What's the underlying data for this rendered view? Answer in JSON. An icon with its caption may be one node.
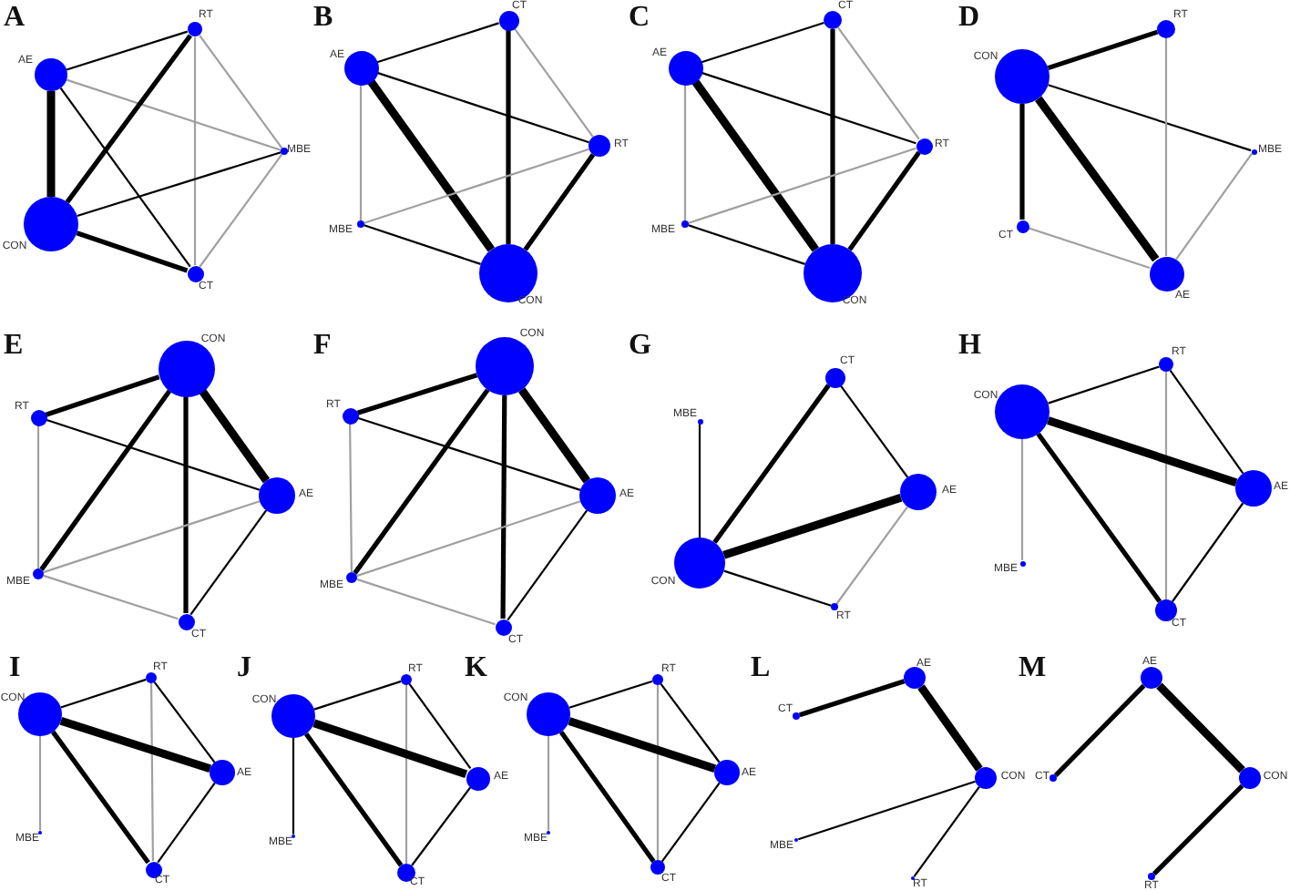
{
  "diagram": {
    "nodes": [
      {
        "text": [
          "RT"
        ]
      },
      {
        "text": [
          "AE"
        ]
      },
      {
        "text": [
          "MBE"
        ]
      },
      {
        "text": [
          "CON"
        ]
      },
      {
        "text": [
          "CT"
        ]
      },
      {
        "text": [
          "CT"
        ]
      },
      {
        "text": [
          "AE"
        ]
      },
      {
        "text": [
          "RT"
        ]
      },
      {
        "text": [
          "MBE"
        ]
      },
      {
        "text": [
          "CON"
        ]
      },
      {
        "text": [
          "CT"
        ]
      },
      {
        "text": [
          "AE"
        ]
      },
      {
        "text": [
          "RT"
        ]
      },
      {
        "text": [
          "MBE"
        ]
      },
      {
        "text": [
          "CON"
        ]
      },
      {
        "text": [
          "RT"
        ]
      },
      {
        "text": [
          "CON"
        ]
      },
      {
        "text": [
          "MBE"
        ]
      },
      {
        "text": [
          "CT"
        ]
      },
      {
        "text": [
          "AE"
        ]
      },
      {
        "text": [
          "CON"
        ]
      },
      {
        "text": [
          "RT"
        ]
      },
      {
        "text": [
          "AE"
        ]
      },
      {
        "text": [
          "MBE"
        ]
      },
      {
        "text": [
          "CT"
        ]
      },
      {
        "text": [
          "CON"
        ]
      },
      {
        "text": [
          "RT"
        ]
      },
      {
        "text": [
          "AE"
        ]
      },
      {
        "text": [
          "MBE"
        ]
      },
      {
        "text": [
          "CT"
        ]
      },
      {
        "text": [
          "CT"
        ]
      },
      {
        "text": [
          "MBE"
        ]
      },
      {
        "text": [
          "AE"
        ]
      },
      {
        "text": [
          "CON"
        ]
      },
      {
        "text": [
          "RT"
        ]
      },
      {
        "text": [
          "RT"
        ]
      },
      {
        "text": [
          "CON"
        ]
      },
      {
        "text": [
          "AE"
        ]
      },
      {
        "text": [
          "MBE"
        ]
      },
      {
        "text": [
          "CT"
        ]
      },
      {
        "text": [
          "RT"
        ]
      },
      {
        "text": [
          "CON"
        ]
      },
      {
        "text": [
          "AE"
        ]
      },
      {
        "text": [
          "MBE"
        ]
      },
      {
        "text": [
          "CT"
        ]
      },
      {
        "text": [
          "RT"
        ]
      },
      {
        "text": [
          "CON"
        ]
      },
      {
        "text": [
          "AE"
        ]
      },
      {
        "text": [
          "MBE"
        ]
      },
      {
        "text": [
          "CT"
        ]
      },
      {
        "text": [
          "RT"
        ]
      },
      {
        "text": [
          "CON"
        ]
      },
      {
        "text": [
          "AE"
        ]
      },
      {
        "text": [
          "MBE"
        ]
      },
      {
        "text": [
          "CT"
        ]
      },
      {
        "text": [
          "AE"
        ]
      },
      {
        "text": [
          "CT"
        ]
      },
      {
        "text": [
          "CON"
        ]
      },
      {
        "text": [
          "MBE"
        ]
      },
      {
        "text": [
          "RT"
        ]
      },
      {
        "text": [
          "AE"
        ]
      },
      {
        "text": [
          "CT"
        ]
      },
      {
        "text": [
          "CON"
        ]
      },
      {
        "text": [
          "RT"
        ]
      }
    ],
    "edges": [
      {
        "from": 1,
        "to": 0,
        "arrow": "none"
      },
      {
        "from": 1,
        "to": 2,
        "arrow": "none",
        "color": "#a0a0a0"
      },
      {
        "from": 1,
        "to": 3,
        "arrow": "none",
        "style": "thick"
      },
      {
        "from": 1,
        "to": 4,
        "arrow": "none"
      },
      {
        "from": 0,
        "to": 3,
        "arrow": "none",
        "style": "thick"
      },
      {
        "from": 0,
        "to": 4,
        "arrow": "none",
        "color": "#a0a0a0"
      },
      {
        "from": 0,
        "to": 2,
        "arrow": "none",
        "color": "#a0a0a0"
      },
      {
        "from": 2,
        "to": 3,
        "arrow": "none"
      },
      {
        "from": 2,
        "to": 4,
        "arrow": "none",
        "color": "#a0a0a0"
      },
      {
        "from": 3,
        "to": 4,
        "arrow": "none",
        "style": "thick"
      },
      {
        "from": 6,
        "to": 5,
        "arrow": "none"
      },
      {
        "from": 6,
        "to": 7,
        "arrow": "none"
      },
      {
        "from": 6,
        "to": 8,
        "arrow": "none",
        "color": "#a0a0a0"
      },
      {
        "from": 6,
        "to": 9,
        "arrow": "none",
        "style": "thick"
      },
      {
        "from": 5,
        "to": 9,
        "arrow": "none",
        "style": "thick"
      },
      {
        "from": 5,
        "to": 7,
        "arrow": "none",
        "color": "#a0a0a0"
      },
      {
        "from": 7,
        "to": 8,
        "arrow": "none",
        "color": "#a0a0a0"
      },
      {
        "from": 7,
        "to": 9,
        "arrow": "none",
        "style": "thick"
      },
      {
        "from": 8,
        "to": 9,
        "arrow": "none"
      },
      {
        "from": 11,
        "to": 10,
        "arrow": "none"
      },
      {
        "from": 11,
        "to": 12,
        "arrow": "none"
      },
      {
        "from": 11,
        "to": 13,
        "arrow": "none",
        "color": "#a0a0a0"
      },
      {
        "from": 11,
        "to": 14,
        "arrow": "none",
        "style": "thick"
      },
      {
        "from": 10,
        "to": 14,
        "arrow": "none",
        "style": "thick"
      },
      {
        "from": 10,
        "to": 12,
        "arrow": "none",
        "color": "#a0a0a0"
      },
      {
        "from": 12,
        "to": 13,
        "arrow": "none",
        "color": "#a0a0a0"
      },
      {
        "from": 12,
        "to": 14,
        "arrow": "none",
        "style": "thick"
      },
      {
        "from": 13,
        "to": 14,
        "arrow": "none"
      },
      {
        "from": 16,
        "to": 15,
        "arrow": "none",
        "style": "thick"
      },
      {
        "from": 16,
        "to": 17,
        "arrow": "none"
      },
      {
        "from": 16,
        "to": 18,
        "arrow": "none",
        "style": "thick"
      },
      {
        "from": 16,
        "to": 19,
        "arrow": "none",
        "style": "thick"
      },
      {
        "from": 15,
        "to": 19,
        "arrow": "none",
        "color": "#a0a0a0"
      },
      {
        "from": 17,
        "to": 19,
        "arrow": "none",
        "color": "#a0a0a0"
      },
      {
        "from": 18,
        "to": 19,
        "arrow": "none",
        "color": "#a0a0a0"
      },
      {
        "from": 20,
        "to": 21,
        "arrow": "none",
        "style": "thick"
      },
      {
        "from": 20,
        "to": 22,
        "arrow": "none",
        "style": "thick"
      },
      {
        "from": 20,
        "to": 23,
        "arrow": "none",
        "style": "thick"
      },
      {
        "from": 20,
        "to": 24,
        "arrow": "none",
        "style": "thick"
      },
      {
        "from": 21,
        "to": 22,
        "arrow": "none"
      },
      {
        "from": 21,
        "to": 23,
        "arrow": "none",
        "color": "#a0a0a0"
      },
      {
        "from": 22,
        "to": 23,
        "arrow": "none",
        "color": "#a0a0a0"
      },
      {
        "from": 22,
        "to": 24,
        "arrow": "none"
      },
      {
        "from": 23,
        "to": 24,
        "arrow": "none",
        "color": "#a0a0a0"
      },
      {
        "from": 25,
        "to": 26,
        "arrow": "none",
        "style": "thick"
      },
      {
        "from": 25,
        "to": 27,
        "arrow": "none",
        "style": "thick"
      },
      {
        "from": 25,
        "to": 28,
        "arrow": "none",
        "style": "thick"
      },
      {
        "from": 25,
        "to": 29,
        "arrow": "none",
        "style": "thick"
      },
      {
        "from": 26,
        "to": 27,
        "arrow": "none"
      },
      {
        "from": 26,
        "to": 28,
        "arrow": "none",
        "color": "#a0a0a0"
      },
      {
        "from": 27,
        "to": 28,
        "arrow": "none",
        "color": "#a0a0a0"
      },
      {
        "from": 27,
        "to": 29,
        "arrow": "none"
      },
      {
        "from": 28,
        "to": 29,
        "arrow": "none",
        "color": "#a0a0a0"
      },
      {
        "from": 30,
        "to": 32,
        "arrow": "none"
      },
      {
        "from": 30,
        "to": 33,
        "arrow": "none",
        "style": "thick"
      },
      {
        "from": 31,
        "to": 33,
        "arrow": "none"
      },
      {
        "from": 32,
        "to": 33,
        "arrow": "none",
        "style": "thick"
      },
      {
        "from": 32,
        "to": 34,
        "arrow": "none",
        "color": "#a0a0a0"
      },
      {
        "from": 33,
        "to": 34,
        "arrow": "none"
      },
      {
        "from": 35,
        "to": 36,
        "arrow": "none"
      },
      {
        "from": 35,
        "to": 37,
        "arrow": "none"
      },
      {
        "from": 35,
        "to": 39,
        "arrow": "none",
        "color": "#a0a0a0"
      },
      {
        "from": 36,
        "to": 37,
        "arrow": "none",
        "style": "thick"
      },
      {
        "from": 36,
        "to": 38,
        "arrow": "none",
        "color": "#a0a0a0"
      },
      {
        "from": 36,
        "to": 39,
        "arrow": "none",
        "style": "thick"
      },
      {
        "from": 37,
        "to": 39,
        "arrow": "none"
      },
      {
        "from": 40,
        "to": 41,
        "arrow": "none"
      },
      {
        "from": 40,
        "to": 42,
        "arrow": "none"
      },
      {
        "from": 40,
        "to": 44,
        "arrow": "none",
        "color": "#a0a0a0"
      },
      {
        "from": 41,
        "to": 42,
        "arrow": "none",
        "style": "thick"
      },
      {
        "from": 41,
        "to": 43,
        "arrow": "none",
        "color": "#a0a0a0"
      },
      {
        "from": 41,
        "to": 44,
        "arrow": "none",
        "style": "thick"
      },
      {
        "from": 42,
        "to": 44,
        "arrow": "none"
      },
      {
        "from": 45,
        "to": 46,
        "arrow": "none"
      },
      {
        "from": 45,
        "to": 47,
        "arrow": "none"
      },
      {
        "from": 45,
        "to": 49,
        "arrow": "none",
        "color": "#a0a0a0"
      },
      {
        "from": 46,
        "to": 47,
        "arrow": "none",
        "style": "thick"
      },
      {
        "from": 46,
        "to": 48,
        "arrow": "none"
      },
      {
        "from": 46,
        "to": 49,
        "arrow": "none",
        "style": "thick"
      },
      {
        "from": 47,
        "to": 49,
        "arrow": "none"
      },
      {
        "from": 50,
        "to": 51,
        "arrow": "none"
      },
      {
        "from": 50,
        "to": 52,
        "arrow": "none"
      },
      {
        "from": 50,
        "to": 54,
        "arrow": "none",
        "color": "#a0a0a0"
      },
      {
        "from": 51,
        "to": 52,
        "arrow": "none",
        "style": "thick"
      },
      {
        "from": 51,
        "to": 53,
        "arrow": "none",
        "color": "#a0a0a0"
      },
      {
        "from": 51,
        "to": 54,
        "arrow": "none",
        "style": "thick"
      },
      {
        "from": 52,
        "to": 54,
        "arrow": "none"
      },
      {
        "from": 55,
        "to": 56,
        "arrow": "none",
        "style": "thick"
      },
      {
        "from": 55,
        "to": 57,
        "arrow": "none",
        "style": "thick"
      },
      {
        "from": 57,
        "to": 58,
        "arrow": "none"
      },
      {
        "from": 57,
        "to": 59,
        "arrow": "none"
      },
      {
        "from": 60,
        "to": 61,
        "arrow": "none",
        "style": "thick"
      },
      {
        "from": 60,
        "to": 62,
        "arrow": "none",
        "style": "thick"
      },
      {
        "from": 62,
        "to": 63,
        "arrow": "none",
        "style": "thick"
      }
    ],
    "labels": [
      "A",
      "B",
      "C",
      "D",
      "E",
      "F",
      "G",
      "H",
      "I",
      "J",
      "K",
      "L",
      "M"
    ]
  }
}
